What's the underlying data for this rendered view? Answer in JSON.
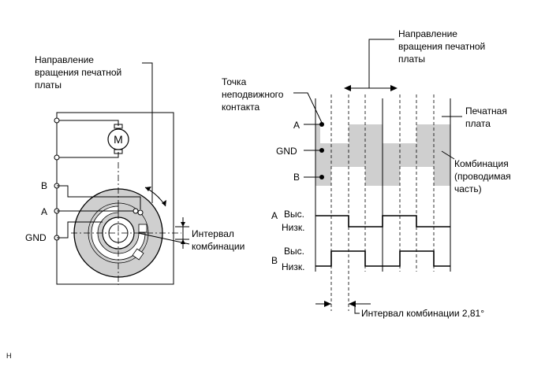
{
  "left": {
    "rotation_label": [
      "Направление",
      "вращения печатной",
      "платы"
    ],
    "pin_b": "B",
    "pin_a": "A",
    "pin_gnd": "GND",
    "motor_letter": "M",
    "interval_label": [
      "Интервал",
      "комбинации"
    ]
  },
  "right": {
    "rotation_label": [
      "Направление",
      "вращения печатной",
      "платы"
    ],
    "contact_label": [
      "Точка",
      "неподвижного",
      "контакта"
    ],
    "row_a": "A",
    "row_gnd": "GND",
    "row_b": "B",
    "board_label": [
      "Печатная",
      "плата"
    ],
    "combination_label": [
      "Комбинация",
      "(проводимая",
      "часть)"
    ],
    "signal_a": "A",
    "signal_b": "B",
    "high_a": "Выс.",
    "low_a": "Низк.",
    "high_b": "Выс.",
    "low_b": "Низк.",
    "interval_caption": "Интервал комбинации 2,81°"
  },
  "footer_code": "H"
}
